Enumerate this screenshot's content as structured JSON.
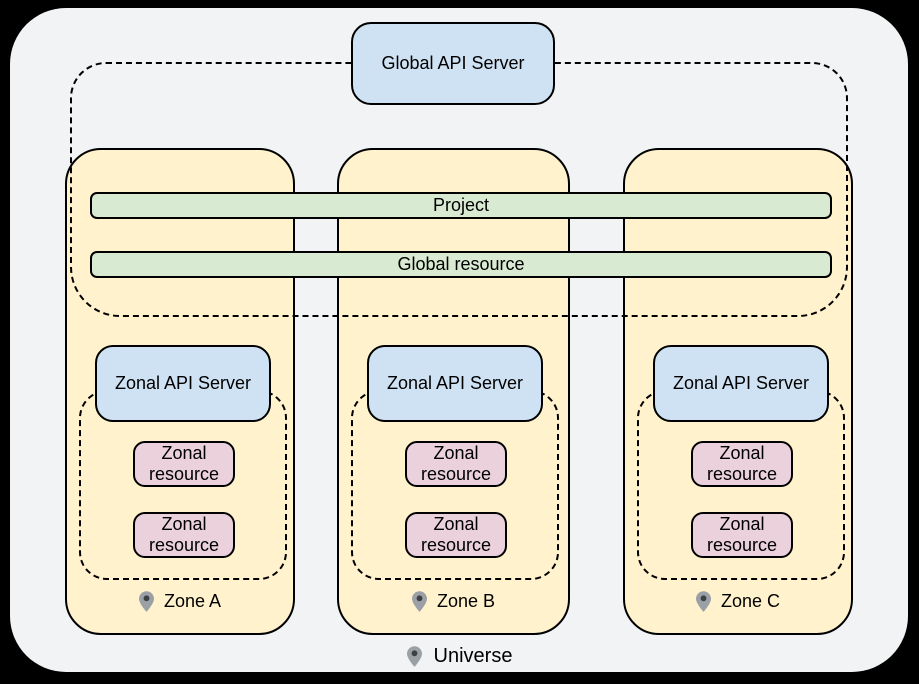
{
  "colors": {
    "background": "#000000",
    "universe_bg": "#f1f3f4",
    "zone_fill": "#fff2cc",
    "api_server_fill": "#cfe2f3",
    "shared_bar_fill": "#d9ead3",
    "zonal_resource_fill": "#ead1dc",
    "border": "#000000",
    "text": "#000000",
    "pin_gray": "#9aa0a6",
    "pin_dot": "#3c4043"
  },
  "global_api_server": {
    "label": "Global API Server"
  },
  "shared_bars": [
    {
      "label": "Project"
    },
    {
      "label": "Global resource"
    }
  ],
  "zones": [
    {
      "name": "Zone A",
      "api_server_label": "Zonal API Server",
      "resources": [
        "Zonal resource",
        "Zonal resource"
      ]
    },
    {
      "name": "Zone B",
      "api_server_label": "Zonal API Server",
      "resources": [
        "Zonal resource",
        "Zonal resource"
      ]
    },
    {
      "name": "Zone C",
      "api_server_label": "Zonal API Server",
      "resources": [
        "Zonal resource",
        "Zonal resource"
      ]
    }
  ],
  "universe": {
    "label": "Universe"
  }
}
